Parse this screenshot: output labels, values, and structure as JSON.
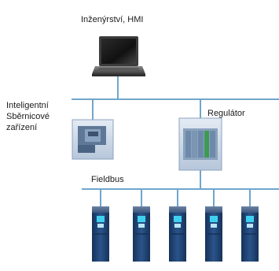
{
  "labels": {
    "hmi": "Inženýrství, HMI",
    "intelligent_devices": "Inteligentní Sběrnicové zařízení",
    "controller": "Regulátor",
    "fieldbus": "Fieldbus"
  },
  "icons": {
    "computer": "laptop-icon",
    "smart_device": "bus-device-icon",
    "controller": "plc-rack-icon",
    "drives": "frequency-drive-icon"
  },
  "colors": {
    "bus_line": "#6fa6cc",
    "device_frame": "#c9d6e6",
    "drive_body": "#1f3d68",
    "drive_screen": "#3fd0f0"
  },
  "drives": [
    {
      "id": 1
    },
    {
      "id": 2
    },
    {
      "id": 3
    },
    {
      "id": 4
    },
    {
      "id": 5
    }
  ]
}
